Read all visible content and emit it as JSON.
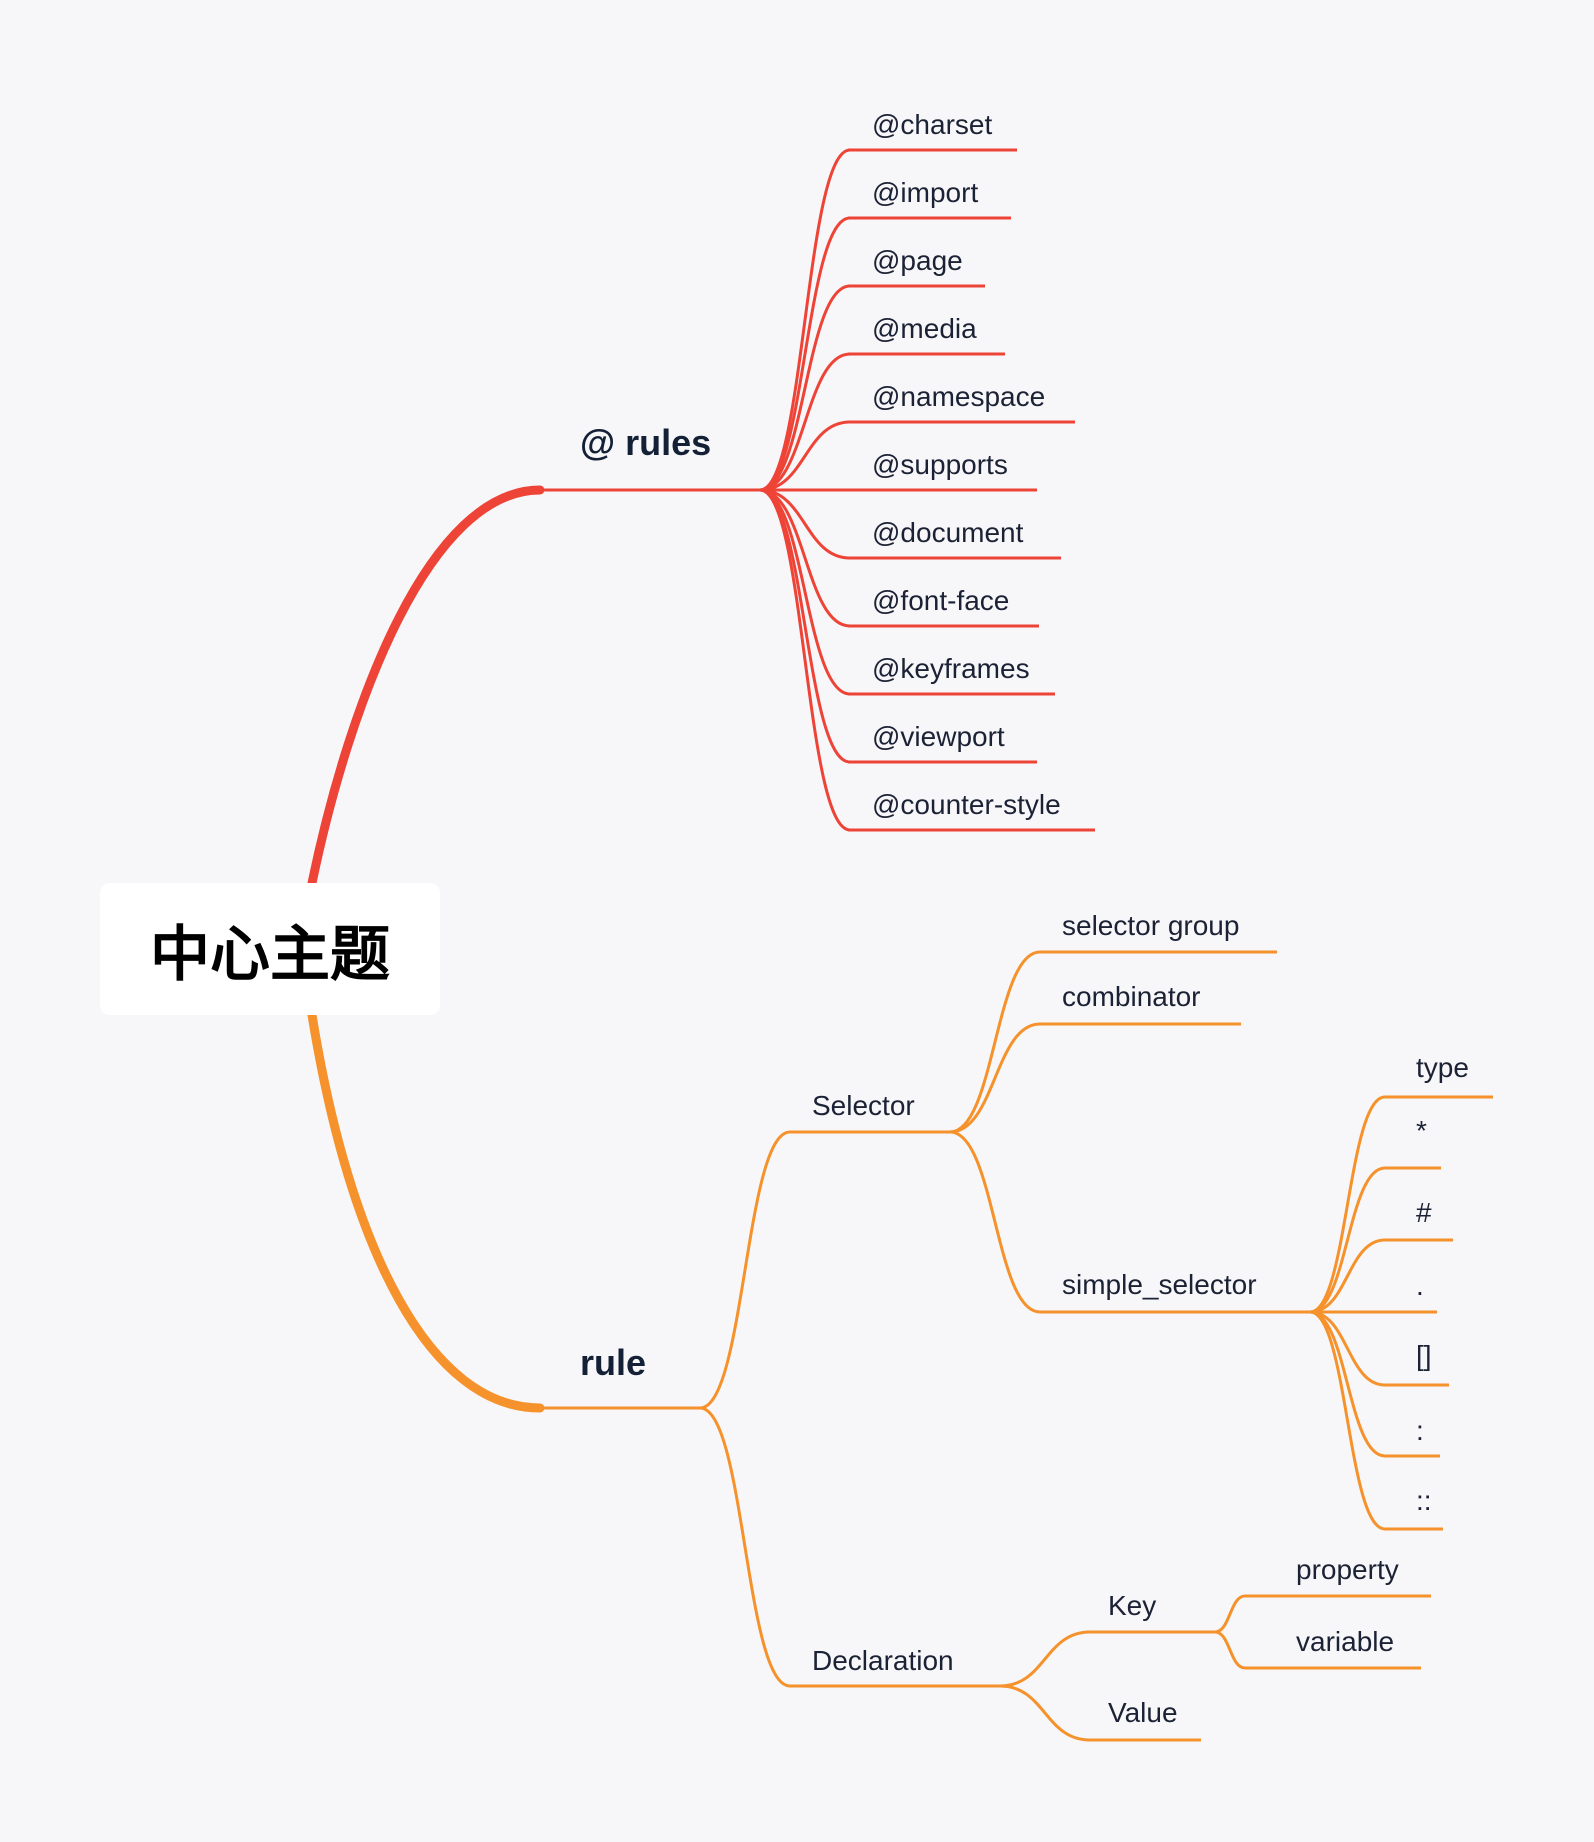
{
  "root": {
    "label": "中心主题"
  },
  "colors": {
    "branch_at_rules": "#ee4437",
    "branch_rule": "#f6922c",
    "background": "#f7f7f9"
  },
  "branches": [
    {
      "label": "@ rules",
      "color": "#ee4437",
      "children": [
        {
          "label": "@charset"
        },
        {
          "label": "@import"
        },
        {
          "label": "@page"
        },
        {
          "label": "@media"
        },
        {
          "label": "@namespace"
        },
        {
          "label": "@supports"
        },
        {
          "label": "@document"
        },
        {
          "label": "@font-face"
        },
        {
          "label": "@keyframes"
        },
        {
          "label": "@viewport"
        },
        {
          "label": "@counter-style"
        }
      ]
    },
    {
      "label": "rule",
      "color": "#f6922c",
      "children": [
        {
          "label": "Selector",
          "children": [
            {
              "label": "selector group"
            },
            {
              "label": "combinator"
            },
            {
              "label": "simple_selector",
              "children": [
                {
                  "label": "type"
                },
                {
                  "label": "*"
                },
                {
                  "label": "#"
                },
                {
                  "label": "."
                },
                {
                  "label": "[]"
                },
                {
                  "label": ":"
                },
                {
                  "label": "::"
                }
              ]
            }
          ]
        },
        {
          "label": "Declaration",
          "children": [
            {
              "label": "Key",
              "children": [
                {
                  "label": "property"
                },
                {
                  "label": "variable"
                }
              ]
            },
            {
              "label": "Value"
            }
          ]
        }
      ]
    }
  ]
}
